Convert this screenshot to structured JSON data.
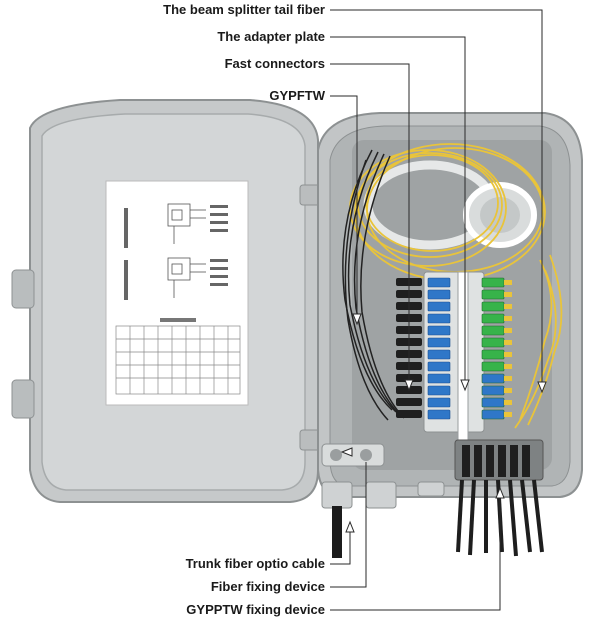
{
  "callouts": {
    "beam_splitter_tail_fiber": "The beam splitter tail fiber",
    "adapter_plate": "The adapter plate",
    "fast_connectors": "Fast connectors",
    "gypftw": "GYPFTW",
    "trunk_fiber_cable": "Trunk fiber optio cable",
    "fiber_fixing_device": "Fiber fixing device",
    "gypptw_fixing_device": "GYPPTW fixing device"
  },
  "colors": {
    "enclosure_grey": "#c9cccd",
    "enclosure_shadow": "#9ea2a3",
    "yellow_fiber": "#e9c43a",
    "blue_adapter": "#2f77c8",
    "green_adapter": "#37b34a",
    "black_cable": "#222222",
    "leader_line": "#2a2a2a"
  }
}
